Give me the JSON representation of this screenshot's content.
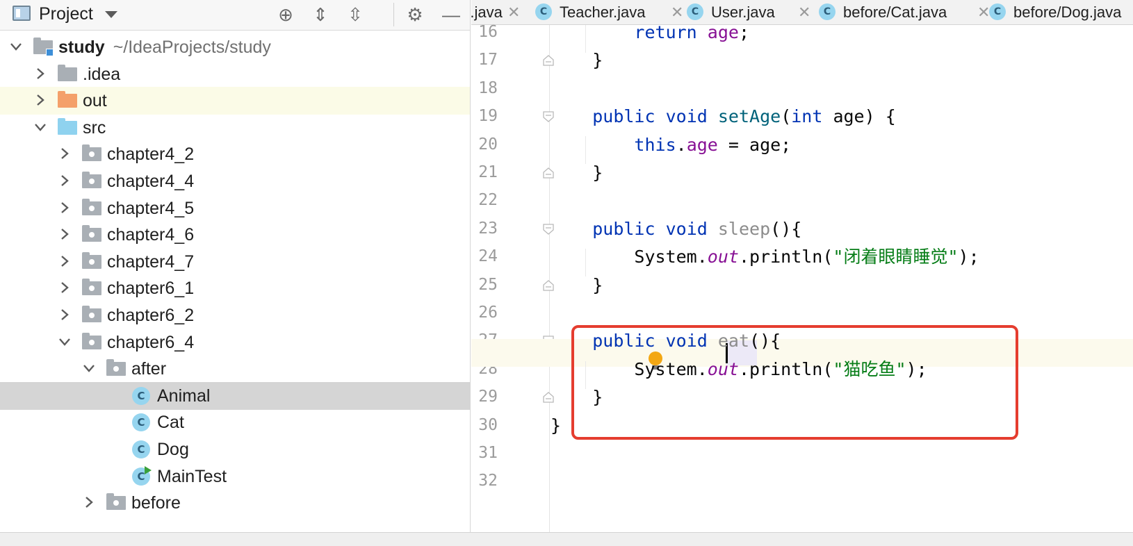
{
  "project": {
    "title": "Project",
    "toolbar": {
      "locate_icon": "⊕",
      "expand_icon": "⇕",
      "collapse_icon": "⇳",
      "settings_icon": "⚙",
      "hide_icon": "—"
    }
  },
  "tree": [
    {
      "label": "study",
      "path": "~/IdeaProjects/study",
      "depth": 0,
      "expanded": true,
      "icon": "module-folder-icon",
      "bold": true
    },
    {
      "label": ".idea",
      "depth": 1,
      "expanded": false,
      "icon": "folder-icon"
    },
    {
      "label": "out",
      "depth": 1,
      "expanded": false,
      "icon": "excluded-folder-icon",
      "highlighted": true
    },
    {
      "label": "src",
      "depth": 1,
      "expanded": true,
      "icon": "source-folder-icon"
    },
    {
      "label": "chapter4_2",
      "depth": 2,
      "expanded": false,
      "icon": "package-icon"
    },
    {
      "label": "chapter4_4",
      "depth": 2,
      "expanded": false,
      "icon": "package-icon"
    },
    {
      "label": "chapter4_5",
      "depth": 2,
      "expanded": false,
      "icon": "package-icon"
    },
    {
      "label": "chapter4_6",
      "depth": 2,
      "expanded": false,
      "icon": "package-icon"
    },
    {
      "label": "chapter4_7",
      "depth": 2,
      "expanded": false,
      "icon": "package-icon"
    },
    {
      "label": "chapter6_1",
      "depth": 2,
      "expanded": false,
      "icon": "package-icon"
    },
    {
      "label": "chapter6_2",
      "depth": 2,
      "expanded": false,
      "icon": "package-icon"
    },
    {
      "label": "chapter6_4",
      "depth": 2,
      "expanded": true,
      "icon": "package-icon"
    },
    {
      "label": "after",
      "depth": 3,
      "expanded": true,
      "icon": "package-icon"
    },
    {
      "label": "Animal",
      "depth": 4,
      "icon": "class-icon",
      "selected": true
    },
    {
      "label": "Cat",
      "depth": 4,
      "icon": "class-icon"
    },
    {
      "label": "Dog",
      "depth": 4,
      "icon": "class-icon"
    },
    {
      "label": "MainTest",
      "depth": 4,
      "icon": "runnable-class-icon"
    },
    {
      "label": "before",
      "depth": 3,
      "expanded": false,
      "icon": "package-icon"
    }
  ],
  "tabs": [
    {
      "label": "nt.java",
      "icon": ""
    },
    {
      "label": "Teacher.java",
      "icon": "class-icon"
    },
    {
      "label": "User.java",
      "icon": "class-icon"
    },
    {
      "label": "before/Cat.java",
      "icon": "class-icon"
    },
    {
      "label": "before/Dog.java",
      "icon": "class-icon"
    }
  ],
  "tab_close_glyph": "✕",
  "class_icon_glyph": "C",
  "code": [
    {
      "line": "16",
      "tokens": [
        [
          "        ",
          ""
        ],
        [
          "return",
          "kw"
        ],
        [
          " ",
          ""
        ],
        [
          "age",
          "fld"
        ],
        [
          ";",
          ""
        ]
      ]
    },
    {
      "line": "17",
      "tokens": [
        [
          "    }",
          ""
        ]
      ]
    },
    {
      "line": "18",
      "tokens": []
    },
    {
      "line": "19",
      "tokens": [
        [
          "    ",
          ""
        ],
        [
          "public",
          "kw"
        ],
        [
          " ",
          ""
        ],
        [
          "void",
          "kw"
        ],
        [
          " ",
          ""
        ],
        [
          "setAge",
          "fn"
        ],
        [
          "(",
          ""
        ],
        [
          "int",
          "kw"
        ],
        [
          " age) {",
          ""
        ]
      ]
    },
    {
      "line": "20",
      "tokens": [
        [
          "        ",
          ""
        ],
        [
          "this",
          "kw"
        ],
        [
          ".",
          ""
        ],
        [
          "age",
          "fld"
        ],
        [
          " = age;",
          ""
        ]
      ]
    },
    {
      "line": "21",
      "tokens": [
        [
          "    }",
          ""
        ]
      ]
    },
    {
      "line": "22",
      "tokens": []
    },
    {
      "line": "23",
      "tokens": [
        [
          "    ",
          ""
        ],
        [
          "public",
          "kw"
        ],
        [
          " ",
          ""
        ],
        [
          "void",
          "kw"
        ],
        [
          " ",
          ""
        ],
        [
          "sleep",
          "gray-fn"
        ],
        [
          "(){",
          ""
        ]
      ]
    },
    {
      "line": "24",
      "tokens": [
        [
          "        System.",
          ""
        ],
        [
          "out",
          "fld-i"
        ],
        [
          ".println(",
          ""
        ],
        [
          "\"闭着眼睛睡觉\"",
          "str"
        ],
        [
          ");",
          ""
        ]
      ]
    },
    {
      "line": "25",
      "tokens": [
        [
          "    }",
          ""
        ]
      ]
    },
    {
      "line": "26",
      "tokens": []
    },
    {
      "line": "27",
      "tokens": [
        [
          "    ",
          ""
        ],
        [
          "public",
          "kw"
        ],
        [
          " ",
          ""
        ],
        [
          "void",
          "kw"
        ],
        [
          " ",
          ""
        ],
        [
          "eat",
          "gray-fn"
        ],
        [
          "(){",
          ""
        ]
      ]
    },
    {
      "line": "28",
      "tokens": [
        [
          "        System.",
          ""
        ],
        [
          "out",
          "fld-i"
        ],
        [
          ".println(",
          ""
        ],
        [
          "\"猫吃鱼\"",
          "str"
        ],
        [
          ");",
          ""
        ]
      ]
    },
    {
      "line": "29",
      "tokens": [
        [
          "    }",
          ""
        ]
      ]
    },
    {
      "line": "30",
      "tokens": [
        [
          "}",
          ""
        ]
      ]
    },
    {
      "line": "31",
      "tokens": []
    },
    {
      "line": "32",
      "tokens": []
    }
  ],
  "colors": {
    "annotation_box": "#e53d2f",
    "keyword": "#0033b3",
    "string": "#067d17",
    "field": "#871094"
  }
}
